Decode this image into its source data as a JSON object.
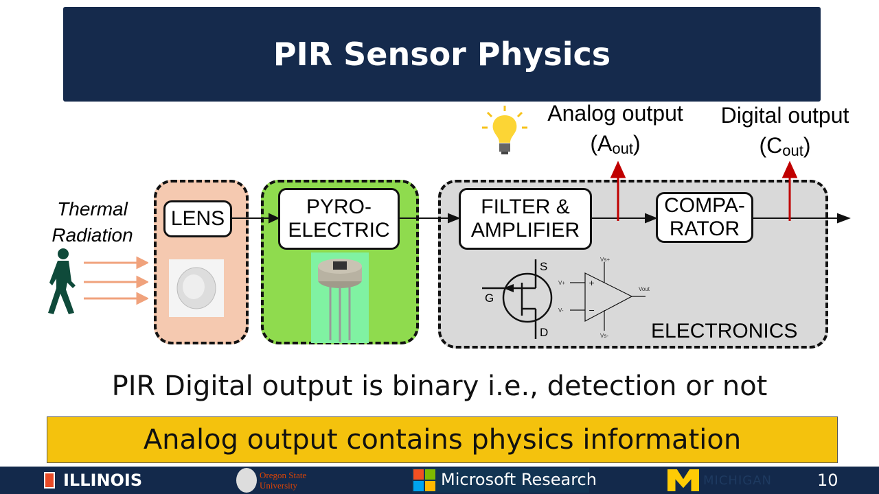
{
  "title": "PIR Sensor Physics",
  "diagram": {
    "input_label": "Thermal Radiation",
    "lens": "LENS",
    "pyro": "PYRO-ELECTRIC",
    "filter": "FILTER & AMPLIFIER",
    "comparator": "COMPA-RATOR",
    "electronics": "ELECTRONICS",
    "analog_output": {
      "prefix": "Analog output (A",
      "sub": "out",
      "suffix": ")"
    },
    "digital_output": {
      "prefix": "Digital output (C",
      "sub": "out",
      "suffix": ")"
    },
    "transistor_labels": {
      "s": "S",
      "g": "G",
      "d": "D"
    },
    "opamp_labels": {
      "vsp": "Vs+",
      "vp": "V+",
      "vm": "V-",
      "vsm": "Vs-",
      "vout": "Vout"
    }
  },
  "subtitle": "PIR Digital output is binary i.e., detection or not",
  "highlight": "Analog output contains physics information",
  "footer": {
    "logos": [
      "ILLINOIS",
      "Oregon State University",
      "Microsoft Research",
      "MICHIGAN"
    ],
    "page_number": "10"
  }
}
